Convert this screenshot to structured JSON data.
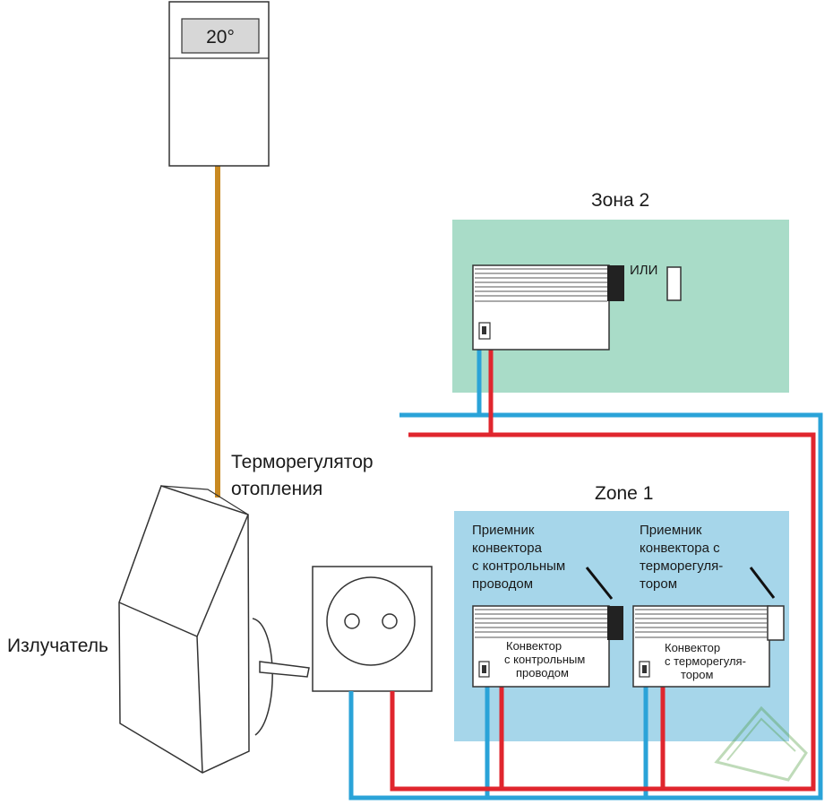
{
  "thermostat": {
    "display": "20°"
  },
  "labels": {
    "thermostat": [
      "Терморегулятор",
      "отопления"
    ],
    "radiator": "Излучатель",
    "zone2_title": "Зона 2",
    "zone2_or": "ИЛИ",
    "zone1_title": "Zone 1",
    "receiver_left": [
      "Приемник",
      "конвектора",
      "с контрольным",
      "проводом"
    ],
    "receiver_right": [
      "Приемник",
      "конвектора с",
      "терморегуля-",
      "тором"
    ],
    "convector_left": [
      "Конвектор",
      "с контрольным",
      "проводом"
    ],
    "convector_right": [
      "Конвектор",
      "с терморегуля-",
      "тором"
    ]
  },
  "colors": {
    "zone2_bg": "#a9dcc8",
    "zone1_bg": "#a6d6ea",
    "thermostat_wire": "#d9962a",
    "wire_blue": "#2aa3d8",
    "wire_red": "#e0262e",
    "outline": "#333333",
    "background": "#ffffff"
  },
  "icons": [
    "thermostat-icon",
    "radiator-icon",
    "socket-icon",
    "convector-icon",
    "watermark-logo-icon"
  ]
}
